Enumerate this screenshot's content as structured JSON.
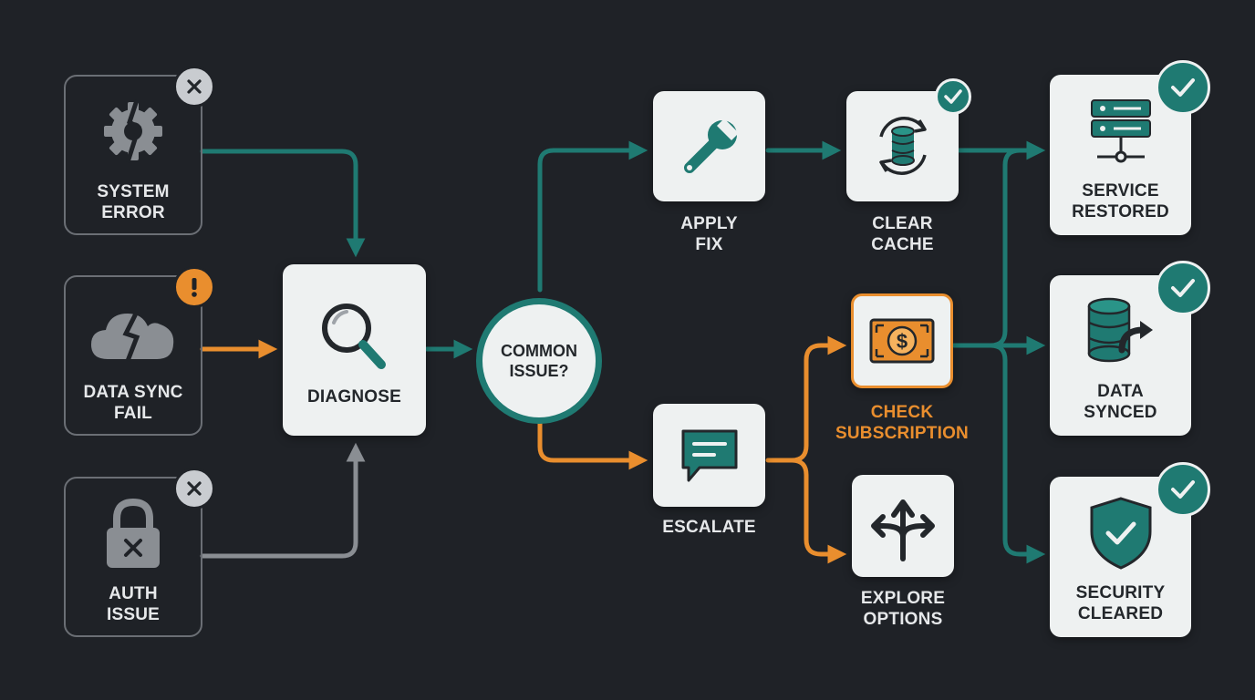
{
  "sources": [
    {
      "label": "SYSTEM\nERROR",
      "icon": "gear-broken-icon",
      "badge": "x-icon"
    },
    {
      "label": "DATA SYNC\nFAIL",
      "icon": "cloud-broken-icon",
      "badge": "warning-icon"
    },
    {
      "label": "AUTH\nISSUE",
      "icon": "padlock-x-icon",
      "badge": "x-icon"
    }
  ],
  "diagnose": {
    "label": "DIAGNOSE",
    "icon": "magnifier-icon"
  },
  "decision": {
    "label": "COMMON\nISSUE?"
  },
  "steps": {
    "apply_fix": {
      "label": "APPLY\nFIX",
      "icon": "wrench-icon"
    },
    "clear_cache": {
      "label": "CLEAR\nCACHE",
      "icon": "database-refresh-icon"
    },
    "escalate": {
      "label": "ESCALATE",
      "icon": "chat-bubble-icon"
    },
    "check_subscription": {
      "label": "CHECK\nSUBSCRIPTION",
      "icon": "dollar-bill-icon"
    },
    "explore_options": {
      "label": "EXPLORE\nOPTIONS",
      "icon": "branching-arrows-icon"
    }
  },
  "outcomes": [
    {
      "label": "SERVICE\nRESTORED",
      "icon": "server-icon",
      "badge": "check-icon"
    },
    {
      "label": "DATA\nSYNCED",
      "icon": "database-export-icon",
      "badge": "check-icon"
    },
    {
      "label": "SECURITY\nCLEARED",
      "icon": "shield-check-icon",
      "badge": "check-icon"
    }
  ],
  "colors": {
    "background": "#1f2227",
    "teal": "#1f7a72",
    "orange": "#e98e2e",
    "gray": "#8a8e93",
    "card": "#eef1f1"
  }
}
